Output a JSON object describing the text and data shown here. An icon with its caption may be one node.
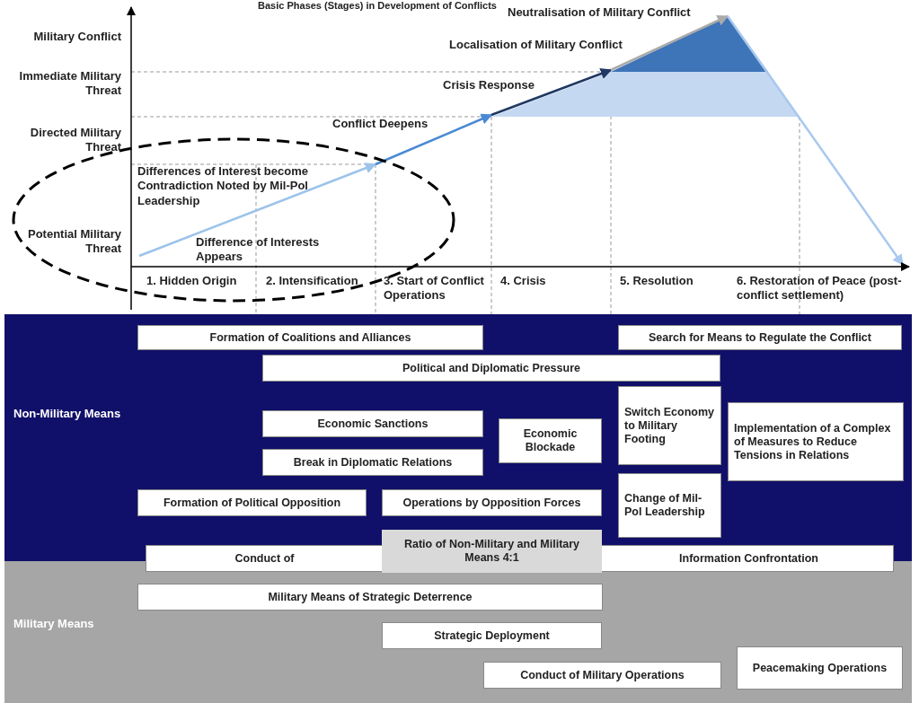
{
  "diagram": {
    "title": "Basic Phases (Stages) in Development of Conflicts",
    "nodes": [
      {
        "text": [
          "Non-Military Means"
        ]
      },
      {
        "text": [
          "Formation of Coalitions and Alliances"
        ],
        "in": 0
      },
      {
        "text": [
          "Search for Means to Regulate the Conflict"
        ],
        "in": 0
      },
      {
        "text": [
          "Political and Diplomatic Pressure"
        ],
        "in": 0
      },
      {
        "text": [
          "Switch Economy to Military Footing"
        ],
        "in": 0
      },
      {
        "text": [
          "Economic Sanctions"
        ],
        "in": 0
      },
      {
        "text": [
          "Economic Blockade"
        ],
        "in": 0
      },
      {
        "text": [
          "Implementation of a Complex of Measures to Reduce Tensions in Relations"
        ],
        "in": 0
      },
      {
        "text": [
          "Break in Diplomatic Relations"
        ],
        "in": 0
      },
      {
        "text": [
          "Formation of Political Opposition"
        ],
        "in": 0
      },
      {
        "text": [
          "Operations by Opposition Forces"
        ],
        "in": 0
      },
      {
        "text": [
          "Change of Mil-Pol Leadership"
        ],
        "in": 0
      },
      {
        "text": [
          "Conduct of",
          "Information Confrontation"
        ]
      },
      {
        "text": [
          "Ratio of Non-Military and Military Means 4:1"
        ]
      },
      {
        "text": [
          "Military Means"
        ]
      },
      {
        "text": [
          "Military Means of Strategic Deterrence"
        ],
        "in": 14
      },
      {
        "text": [
          "Strategic Deployment"
        ],
        "in": 14
      },
      {
        "text": [
          "Conduct of Military Operations"
        ],
        "in": 14
      },
      {
        "text": [
          "Peacemaking Operations"
        ],
        "in": 14
      }
    ],
    "labels": [
      "Neutralisation of Military Conflict",
      "Military Conflict",
      "Localisation of Military Conflict",
      "Immediate Military Threat",
      "Crisis Response",
      "Conflict Deepens",
      "Directed Military Threat",
      "Differences of Interest become Contradiction Noted by Mil-Pol Leadership",
      "Potential Military Threat",
      "Difference of Interests Appears",
      "1. Hidden Origin",
      "2. Intensification",
      "3. Start of Conflict Operations",
      "4. Crisis",
      "5. Resolution",
      "6. Restoration of Peace (post-conflict settlement)"
    ]
  }
}
